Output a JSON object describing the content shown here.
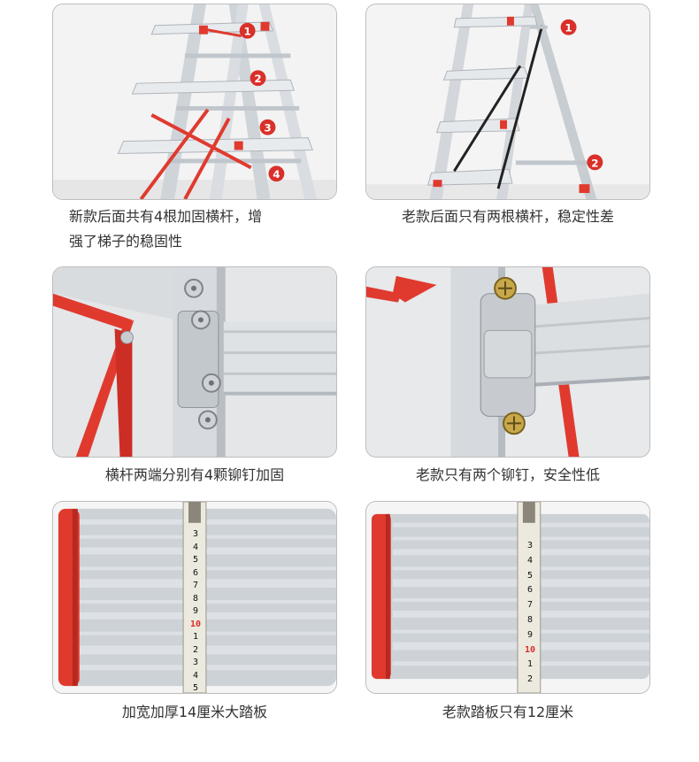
{
  "colors": {
    "aluminum_light": "#e9ecef",
    "aluminum_mid": "#c9ced4",
    "aluminum_dark": "#9aa1a8",
    "red_accent": "#e03a2f",
    "badge_red": "#d9302a",
    "tape_yellow": "#e8e6de",
    "caption_text": "#333333",
    "panel_border": "#bdbdbd"
  },
  "panels": [
    {
      "caption_line1": "新款后面共有4根加固横杆，增",
      "caption_line2": "强了梯子的稳固性",
      "badges": [
        "1",
        "2",
        "3",
        "4"
      ]
    },
    {
      "caption": "老款后面只有两根横杆，稳定性差",
      "badges": [
        "1",
        "2"
      ]
    },
    {
      "caption": "横杆两端分别有4颗铆钉加固"
    },
    {
      "caption": "老款只有两个铆钉，安全性低"
    },
    {
      "caption": "加宽加厚14厘米大踏板",
      "tape_numbers": [
        "3",
        "4",
        "5",
        "6",
        "7",
        "8",
        "9",
        "10",
        "1",
        "2",
        "3",
        "4",
        "5"
      ]
    },
    {
      "caption": "老款踏板只有12厘米",
      "tape_numbers": [
        "3",
        "4",
        "5",
        "6",
        "7",
        "8",
        "9",
        "10",
        "1",
        "2"
      ]
    }
  ]
}
